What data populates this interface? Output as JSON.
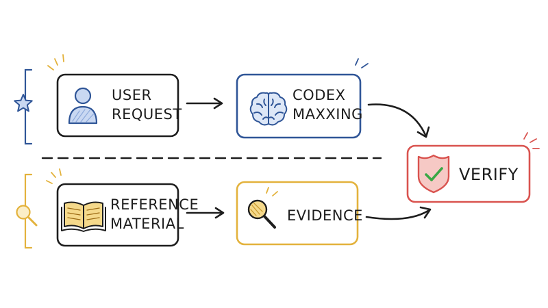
{
  "colors": {
    "ink": "#1d1d1d",
    "blue": "#2f5597",
    "blue_fill": "#c9d8f2",
    "gold": "#e3b23c",
    "gold_fill": "#f5d98b",
    "red": "#d9534f",
    "red_fill": "#f6c9c5",
    "green": "#39a845"
  },
  "nodes": {
    "user_request": {
      "line1": "USER",
      "line2": "REQUEST",
      "icon": "user-icon"
    },
    "codex_maxxing": {
      "line1": "CODEX",
      "line2": "MAXXING",
      "icon": "brain-icon"
    },
    "reference_material": {
      "line1": "REFERENCE",
      "line2": "MATERIAL",
      "icon": "book-icon"
    },
    "evidence": {
      "line1": "EVIDENCE",
      "icon": "magnifier-icon"
    },
    "verify": {
      "line1": "VERIFY",
      "icon": "shield-check-icon"
    }
  },
  "side_markers": {
    "top": {
      "icon": "star-icon"
    },
    "bottom": {
      "icon": "magnifier-icon"
    }
  }
}
